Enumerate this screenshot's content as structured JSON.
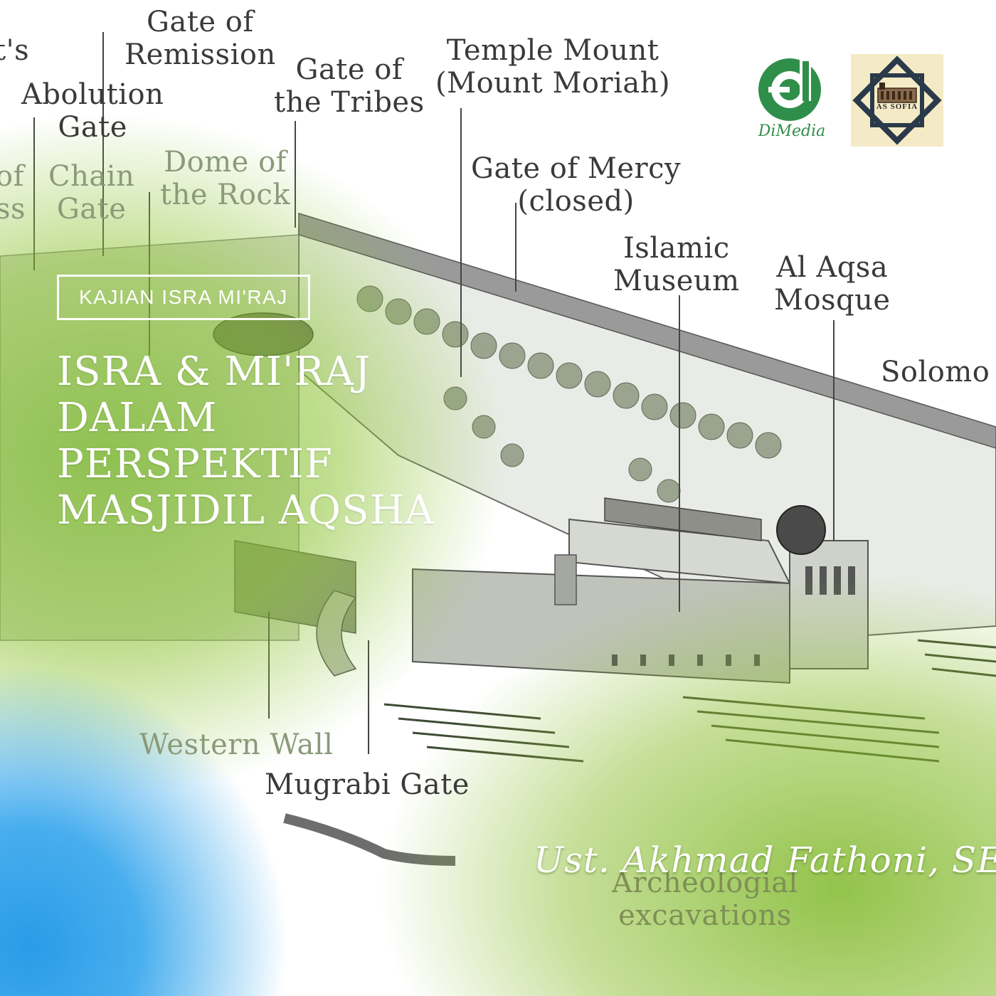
{
  "map_labels": [
    {
      "id": "gate-fragment-t",
      "lines": [
        "t's"
      ]
    },
    {
      "id": "gate-of-remission",
      "lines": [
        "Gate of",
        "Remission"
      ]
    },
    {
      "id": "abolution-gate",
      "lines": [
        "Abolution",
        "Gate"
      ]
    },
    {
      "id": "gate-of-tribes",
      "lines": [
        "Gate of",
        "the Tribes"
      ]
    },
    {
      "id": "temple-mount",
      "lines": [
        "Temple Mount",
        "(Mount Moriah)"
      ]
    },
    {
      "id": "fragment-of-ss",
      "lines": [
        "of",
        "ss"
      ]
    },
    {
      "id": "chain-gate",
      "lines": [
        "Chain",
        "Gate"
      ]
    },
    {
      "id": "dome-of-the-rock",
      "lines": [
        "Dome of",
        "the Rock"
      ]
    },
    {
      "id": "gate-of-mercy",
      "lines": [
        "Gate of Mercy",
        "(closed)"
      ]
    },
    {
      "id": "islamic-museum",
      "lines": [
        "Islamic",
        "Museum"
      ]
    },
    {
      "id": "al-aqsa-mosque",
      "lines": [
        "Al Aqsa",
        "Mosque"
      ]
    },
    {
      "id": "solomon",
      "lines": [
        "Solomo"
      ]
    },
    {
      "id": "western-wall",
      "lines": [
        "Western Wall"
      ]
    },
    {
      "id": "mugrabi-gate",
      "lines": [
        "Mugrabi Gate"
      ]
    },
    {
      "id": "archeological-excavations",
      "lines": [
        "Archeologial",
        "excavations"
      ]
    }
  ],
  "tag": {
    "label": "KAJIAN ISRA MI'RAJ"
  },
  "title": {
    "lines": [
      "ISRA & MI'RAJ",
      "DALAM",
      "PERSPEKTIF",
      "MASJIDIL AQSHA"
    ]
  },
  "speaker": {
    "name": "Ust. Akhmad Fathoni, SE"
  },
  "logos": {
    "dimedia": {
      "text": "DiMedia",
      "color": "#2f8f4a"
    },
    "assofia": {
      "text": "AS SOFIA",
      "background": "#f4ebc6"
    }
  },
  "colors": {
    "green_accent": "#8cc43a",
    "blue_accent": "#1e96e6",
    "label_gray": "#3a3a3a"
  }
}
